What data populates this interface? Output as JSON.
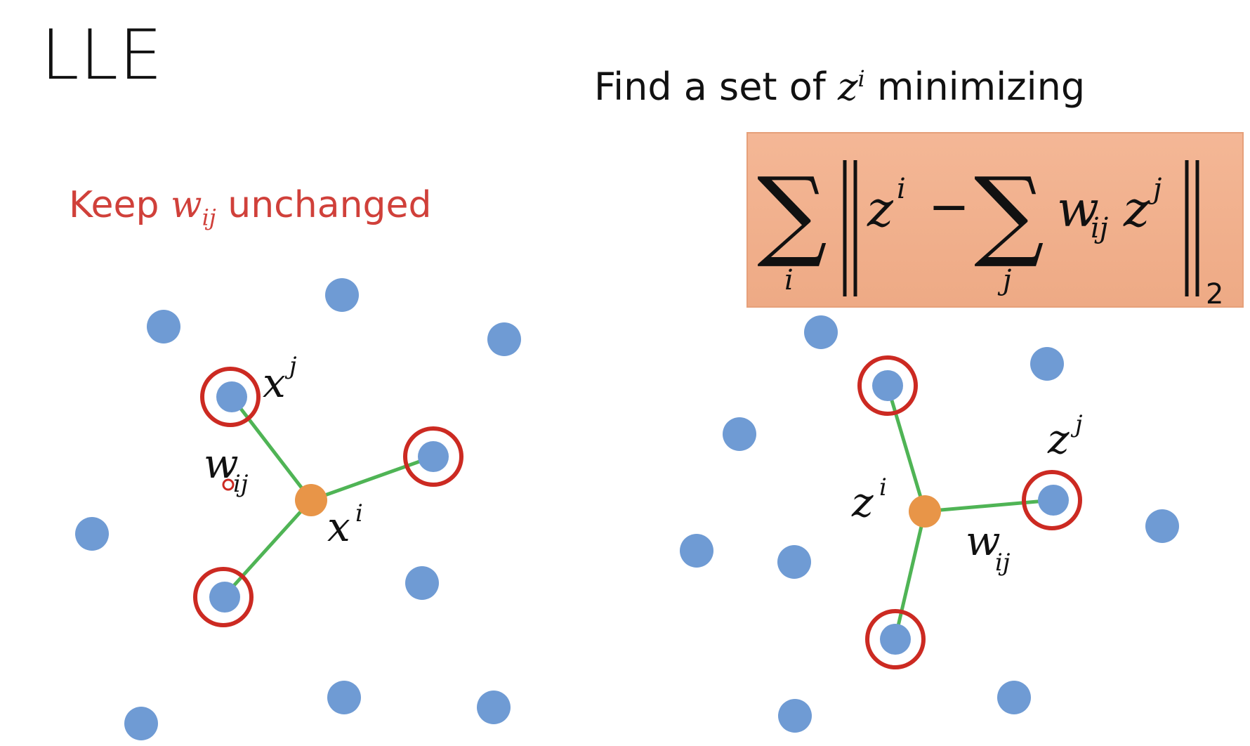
{
  "title": "LLE",
  "objective": {
    "prefix": "Find a set of",
    "var": "z",
    "var_sup": "i",
    "suffix": "minimizing"
  },
  "keep": {
    "prefix": "Keep",
    "var": "w",
    "var_sub": "ij",
    "suffix": "unchanged"
  },
  "formula": {
    "sum1_sub": "i",
    "term_var": "z",
    "term_sup": "i",
    "minus": "−",
    "sum2_sub": "j",
    "w": "w",
    "w_sub": "ij",
    "z2": "z",
    "z2_sup": "j",
    "norm_sub": "2"
  },
  "left_diagram": {
    "labels": {
      "xj": "x",
      "xj_sup": "j",
      "wij": "w",
      "wij_sub": "ij",
      "xi": "x",
      "xi_sup": "i"
    }
  },
  "right_diagram": {
    "labels": {
      "zi": "z",
      "zi_sup": "i",
      "zj": "z",
      "zj_sup": "j",
      "wij": "w",
      "wij_sub": "ij"
    }
  },
  "colors": {
    "point": "#6f9bd4",
    "center": "#e89548",
    "neighbor_ring": "#cc2a22",
    "edge": "#4fb455",
    "keep_text": "#d0403a",
    "formula_bg": "#f1ae89"
  }
}
